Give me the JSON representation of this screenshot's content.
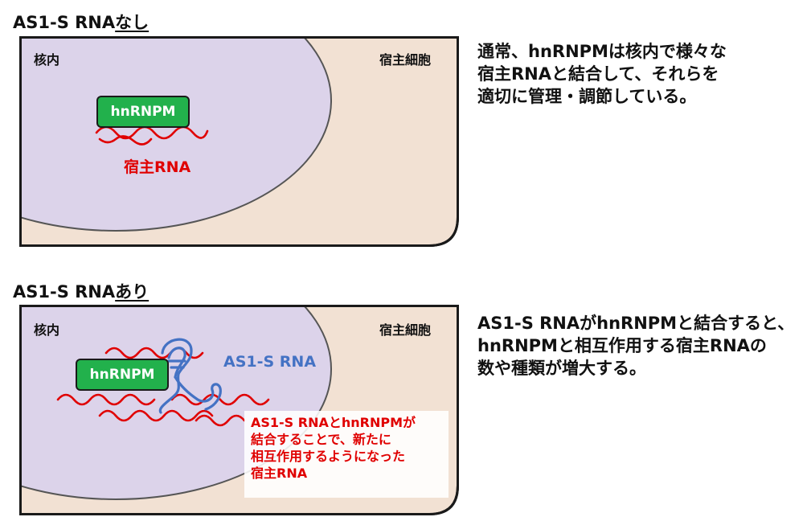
{
  "top": {
    "heading_prefix": "AS1-S RNA",
    "heading_suffix": "なし",
    "nucleus_label": "核内",
    "cell_label": "宿主細胞",
    "protein_label": "hnRNPM",
    "rna_label": "宿主RNA",
    "description": [
      "通常、hnRNPMは核内で様々な",
      "宿主RNAと結合して、それらを",
      "適切に管理・調節している。"
    ]
  },
  "bottom": {
    "heading_prefix": "AS1-S RNA",
    "heading_suffix": "あり",
    "nucleus_label": "核内",
    "cell_label": "宿主細胞",
    "protein_label": "hnRNPM",
    "as1s_label": "AS1-S RNA",
    "note": [
      "AS1-S RNAとhnRNPMが",
      "結合することで、新たに",
      "相互作用するようになった",
      "宿主RNA"
    ],
    "description": [
      "AS1-S RNAがhnRNPMと結合すると、",
      "hnRNPMと相互作用する宿主RNAの",
      "数や種類が増大する。"
    ]
  },
  "colors": {
    "cell_fill": "#f2e1d3",
    "nucleus_fill": "#dcd3ea",
    "protein_fill": "#22b14c",
    "host_rna": "#e00000",
    "as1s_rna": "#4472c4"
  }
}
